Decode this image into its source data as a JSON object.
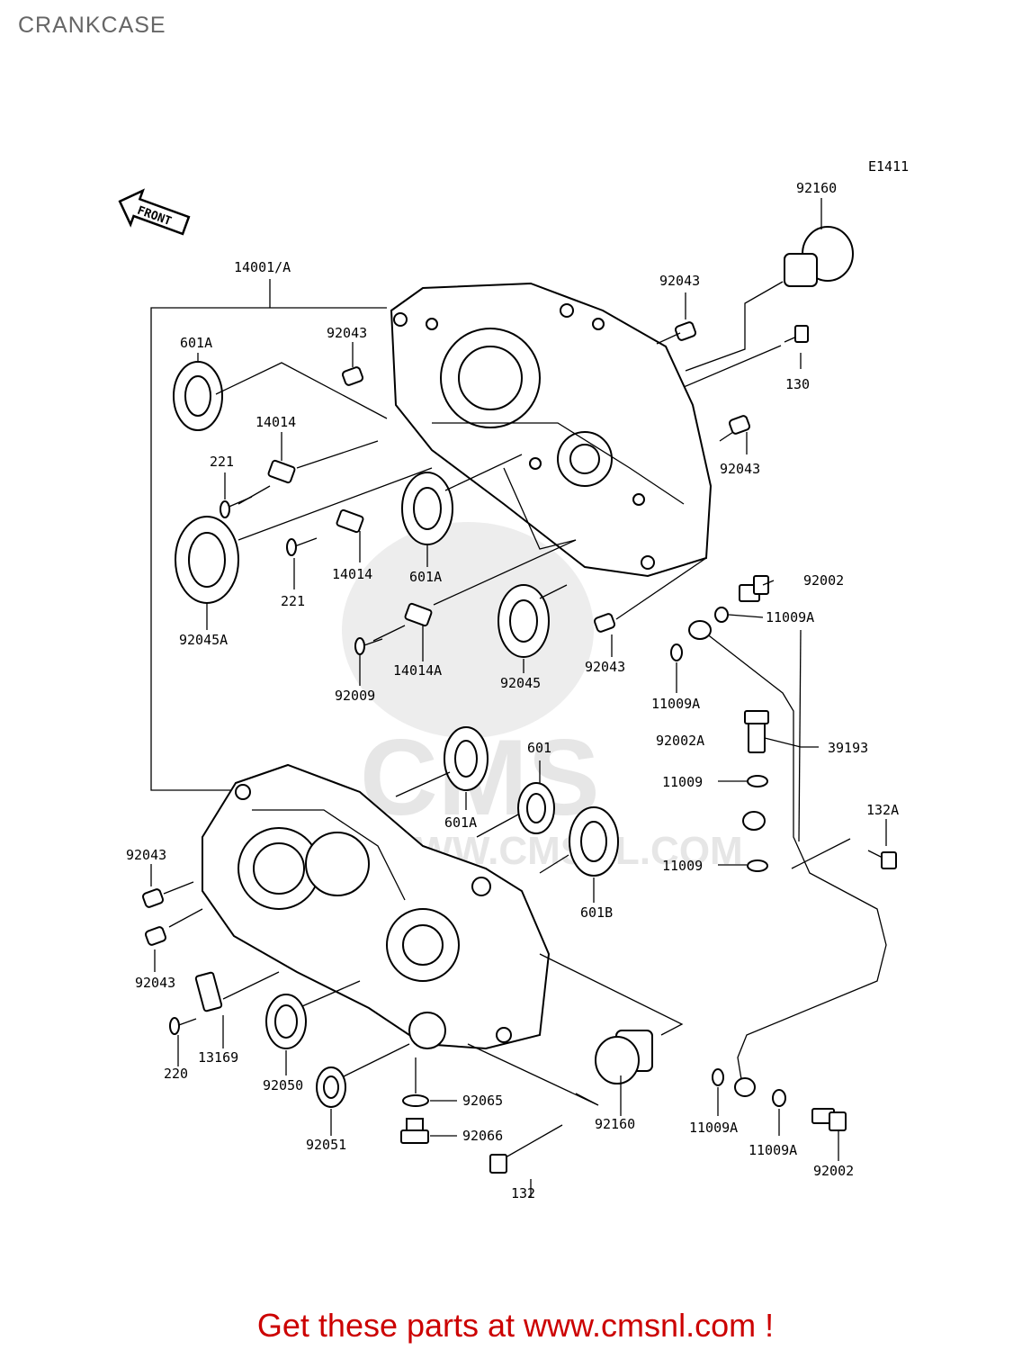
{
  "header": {
    "title": "CRANKCASE"
  },
  "diagram": {
    "code": "E1411",
    "front_label": "FRONT",
    "watermark": "CMS",
    "watermark_url": "WWW.CMSNL.COM",
    "labels": [
      {
        "id": "l-92160-top",
        "text": "92160"
      },
      {
        "id": "l-14001A",
        "text": "14001/A"
      },
      {
        "id": "l-92043-a",
        "text": "92043"
      },
      {
        "id": "l-92043-b",
        "text": "92043"
      },
      {
        "id": "l-130",
        "text": "130"
      },
      {
        "id": "l-92043-c",
        "text": "92043"
      },
      {
        "id": "l-601A-a",
        "text": "601A"
      },
      {
        "id": "l-14014-a",
        "text": "14014"
      },
      {
        "id": "l-221-a",
        "text": "221"
      },
      {
        "id": "l-92045A",
        "text": "92045A"
      },
      {
        "id": "l-221-b",
        "text": "221"
      },
      {
        "id": "l-14014-b",
        "text": "14014"
      },
      {
        "id": "l-601A-b",
        "text": "601A"
      },
      {
        "id": "l-92002-a",
        "text": "92002"
      },
      {
        "id": "l-11009A-a",
        "text": "11009A"
      },
      {
        "id": "l-92043-d",
        "text": "92043"
      },
      {
        "id": "l-14014A",
        "text": "14014A"
      },
      {
        "id": "l-92045",
        "text": "92045"
      },
      {
        "id": "l-92009",
        "text": "92009"
      },
      {
        "id": "l-11009A-b",
        "text": "11009A"
      },
      {
        "id": "l-92002A",
        "text": "92002A"
      },
      {
        "id": "l-39193",
        "text": "39193"
      },
      {
        "id": "l-601",
        "text": "601"
      },
      {
        "id": "l-601A-c",
        "text": "601A"
      },
      {
        "id": "l-11009-a",
        "text": "11009"
      },
      {
        "id": "l-132A",
        "text": "132A"
      },
      {
        "id": "l-11009-b",
        "text": "11009"
      },
      {
        "id": "l-601B",
        "text": "601B"
      },
      {
        "id": "l-92043-e",
        "text": "92043"
      },
      {
        "id": "l-92043-f",
        "text": "92043"
      },
      {
        "id": "l-220",
        "text": "220"
      },
      {
        "id": "l-13169",
        "text": "13169"
      },
      {
        "id": "l-92050",
        "text": "92050"
      },
      {
        "id": "l-92065",
        "text": "92065"
      },
      {
        "id": "l-92066",
        "text": "92066"
      },
      {
        "id": "l-92051",
        "text": "92051"
      },
      {
        "id": "l-92160-bot",
        "text": "92160"
      },
      {
        "id": "l-132",
        "text": "132"
      },
      {
        "id": "l-11009A-c",
        "text": "11009A"
      },
      {
        "id": "l-11009A-d",
        "text": "11009A"
      },
      {
        "id": "l-92002-b",
        "text": "92002"
      }
    ]
  },
  "footer": {
    "link_text": "Get these parts at www.cmsnl.com !",
    "link_color": "#cc0000"
  }
}
